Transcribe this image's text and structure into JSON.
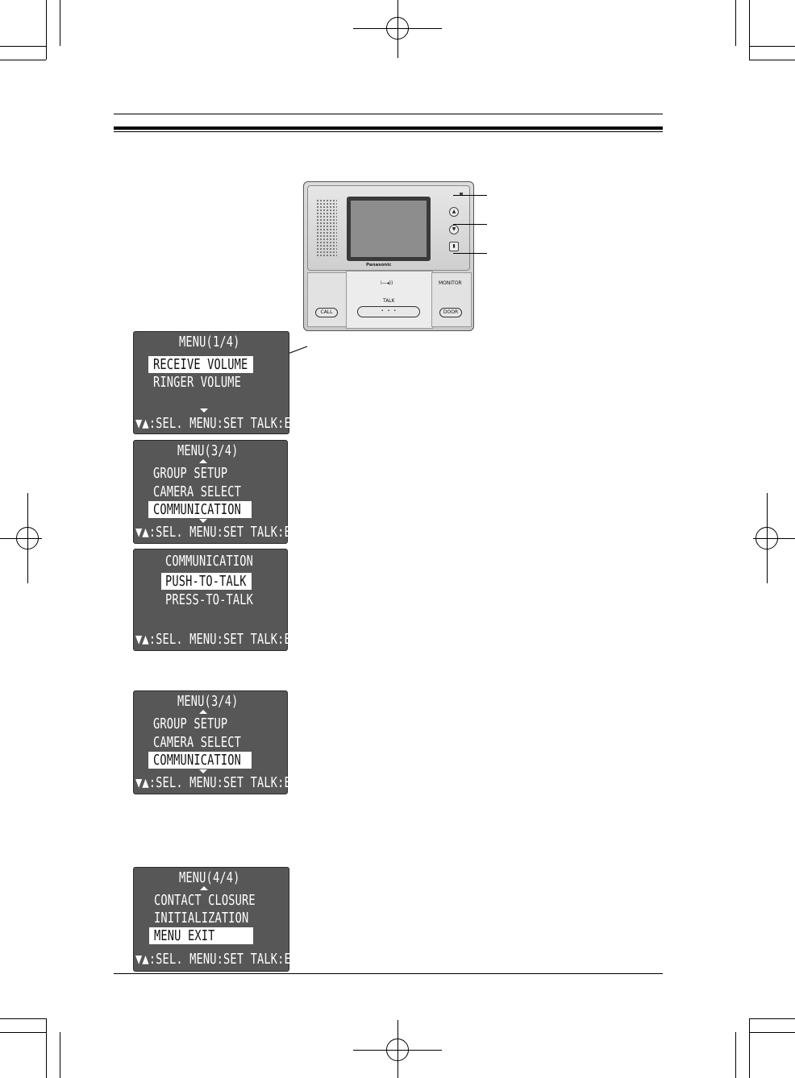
{
  "device": {
    "brand": "Panasonic",
    "call_label": "CALL",
    "door_label": "DOOR",
    "monitor_label": "MONITOR",
    "talk_label": "TALK",
    "volume_label": "i—◂))"
  },
  "screens": [
    {
      "title": "MENU(1/4)",
      "items": [
        "RECEIVE VOLUME",
        "RINGER VOLUME"
      ],
      "selected": "RECEIVE VOLUME",
      "footer": "▼▲:SEL. MENU:SET TALK:EXIT"
    },
    {
      "title": "MENU(3/4)",
      "items": [
        "GROUP SETUP",
        "CAMERA SELECT",
        "COMMUNICATION"
      ],
      "selected": "COMMUNICATION",
      "footer": "▼▲:SEL. MENU:SET TALK:EXIT"
    },
    {
      "title": "COMMUNICATION",
      "items": [
        "PUSH-TO-TALK",
        "PRESS-TO-TALK"
      ],
      "selected": "PUSH-TO-TALK",
      "footer": "▼▲:SEL. MENU:SET TALK:EXIT"
    },
    {
      "title": "MENU(3/4)",
      "items": [
        "GROUP SETUP",
        "CAMERA SELECT",
        "COMMUNICATION"
      ],
      "selected": "COMMUNICATION",
      "footer": "▼▲:SEL. MENU:SET TALK:EXIT"
    },
    {
      "title": "MENU(4/4)",
      "items": [
        "CONTACT CLOSURE",
        "INITIALIZATION",
        "MENU EXIT"
      ],
      "selected": "MENU EXIT",
      "footer": "▼▲:SEL. MENU:SET TALK:EXIT"
    }
  ]
}
